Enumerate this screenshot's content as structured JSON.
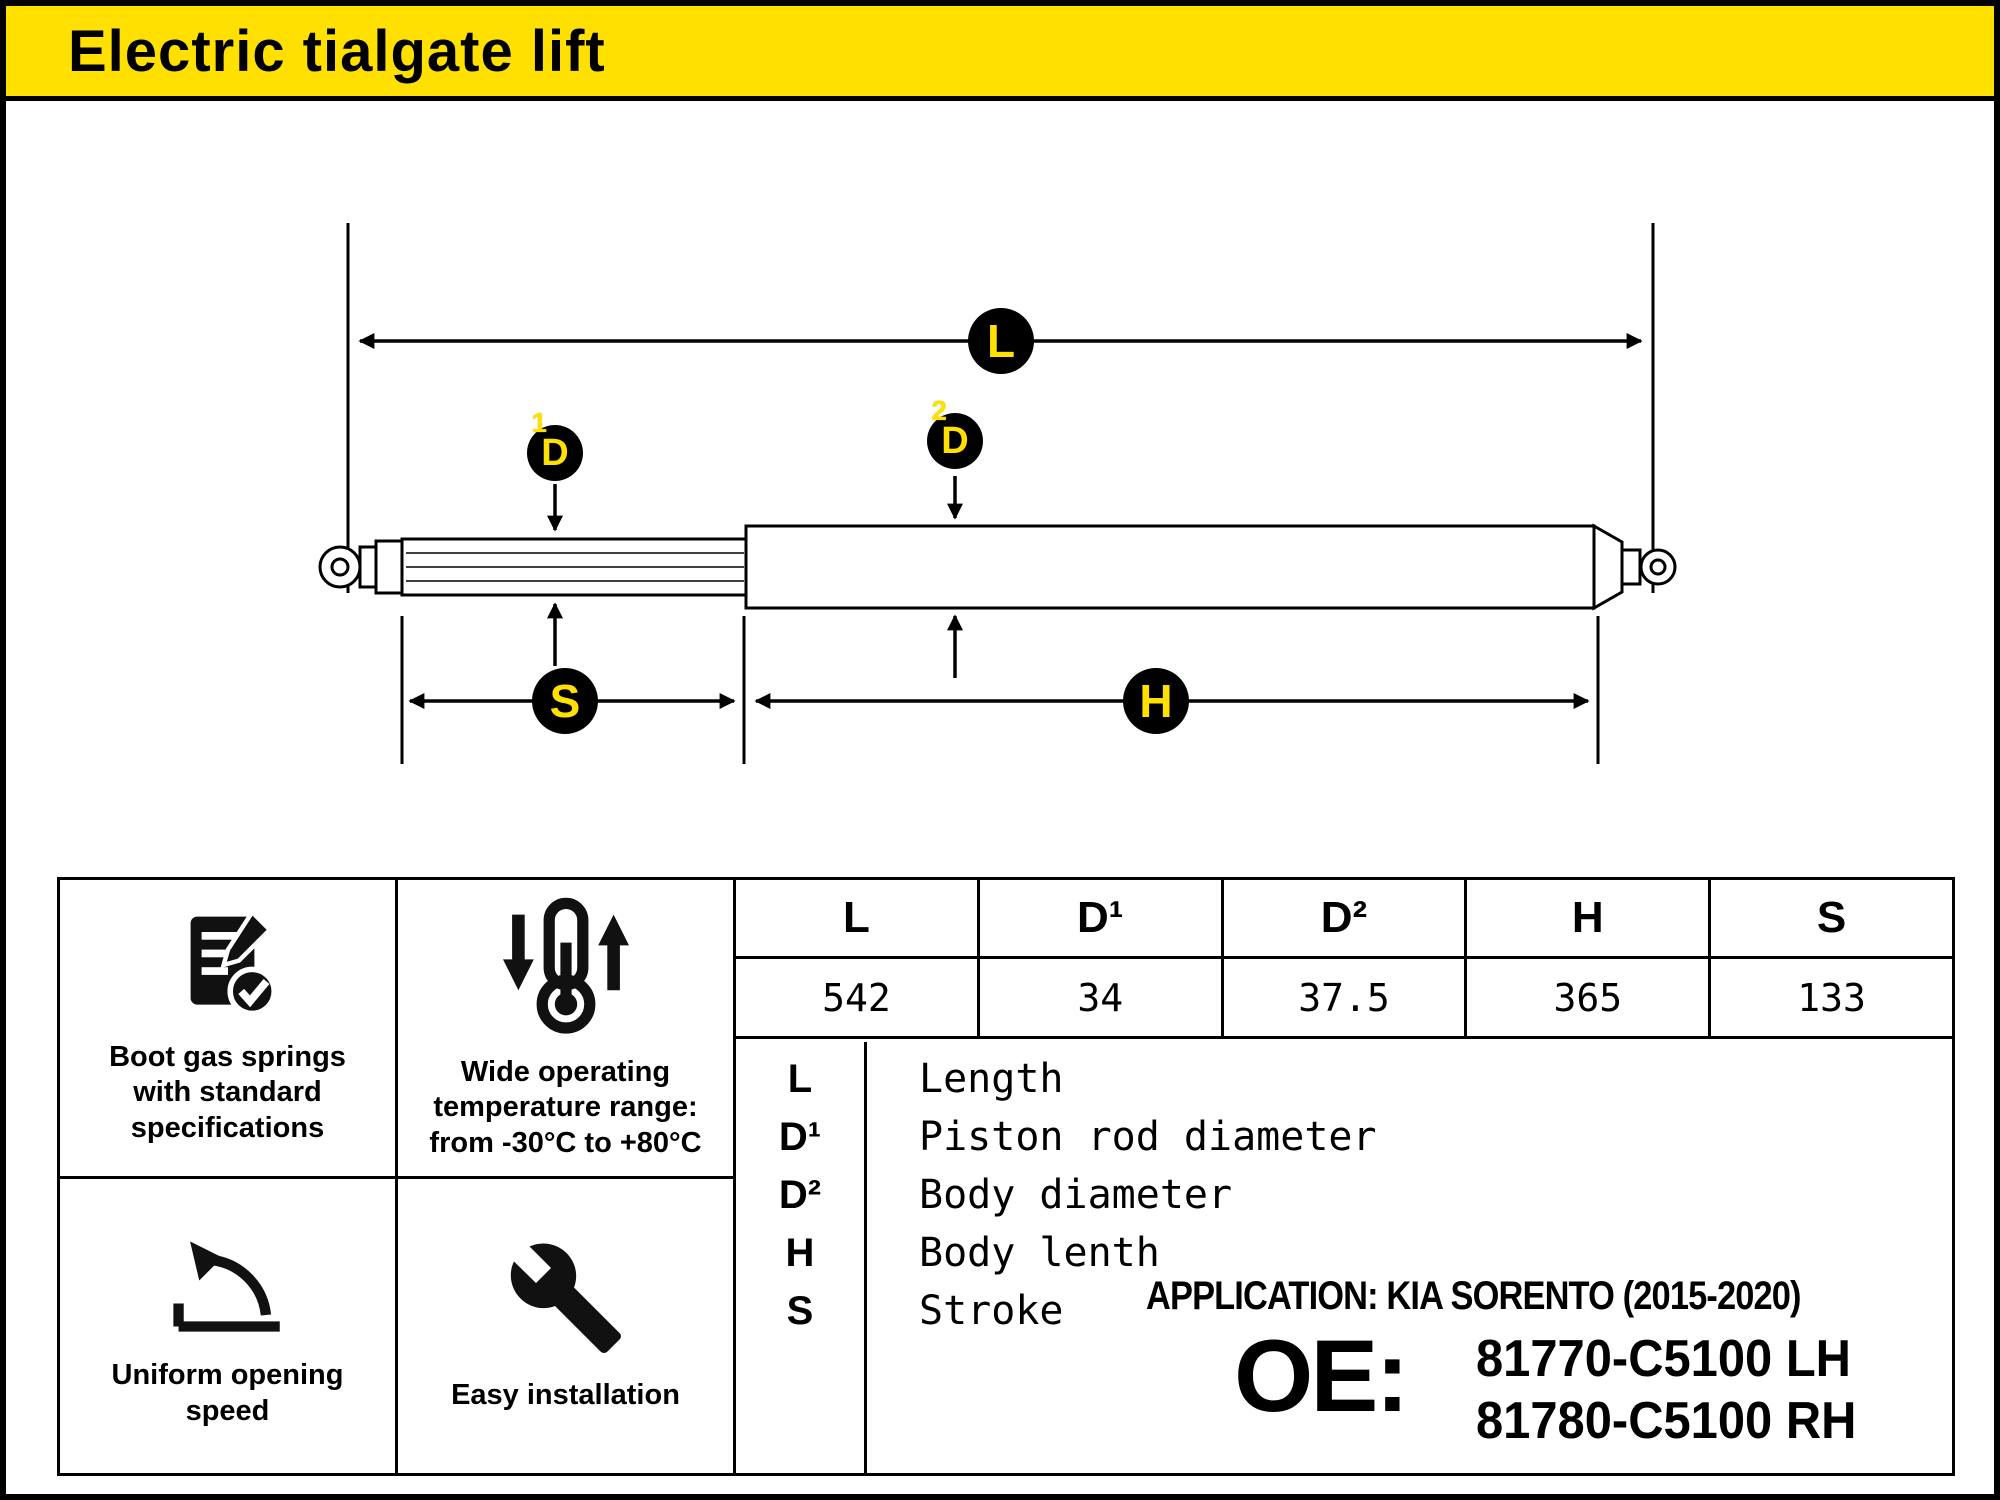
{
  "colors": {
    "accent_yellow": "#FFE000",
    "ink": "#000000"
  },
  "header": {
    "title": "Electric tialgate lift"
  },
  "diagram": {
    "length_label": "L",
    "rod_diameter_label": "D",
    "rod_diameter_sup": "1",
    "body_diameter_label": "D",
    "body_diameter_sup": "2",
    "stroke_label": "S",
    "body_length_label": "H"
  },
  "features": [
    {
      "icon": "document-check-icon",
      "text": "Boot gas springs with standard specifications"
    },
    {
      "icon": "thermometer-range-icon",
      "text": "Wide operating temperature range: from -30°C to +80°C"
    },
    {
      "icon": "opening-angle-icon",
      "text": "Uniform opening speed"
    },
    {
      "icon": "wrench-icon",
      "text": "Easy installation"
    }
  ],
  "spec_table": {
    "headers": [
      "L",
      "D¹",
      "D²",
      "H",
      "S"
    ],
    "values": [
      "542",
      "34",
      "37.5",
      "365",
      "133"
    ]
  },
  "legend": [
    {
      "symbol": "L",
      "definition": "Length"
    },
    {
      "symbol": "D¹",
      "definition": "Piston rod diameter"
    },
    {
      "symbol": "D²",
      "definition": "Body diameter"
    },
    {
      "symbol": "H",
      "definition": "Body lenth"
    },
    {
      "symbol": "S",
      "definition": "Stroke"
    }
  ],
  "application": "APPLICATION: KIA SORENTO (2015-2020)",
  "oe": {
    "label": "OE:",
    "numbers": [
      "81770-C5100 LH",
      "81780-C5100 RH"
    ]
  }
}
